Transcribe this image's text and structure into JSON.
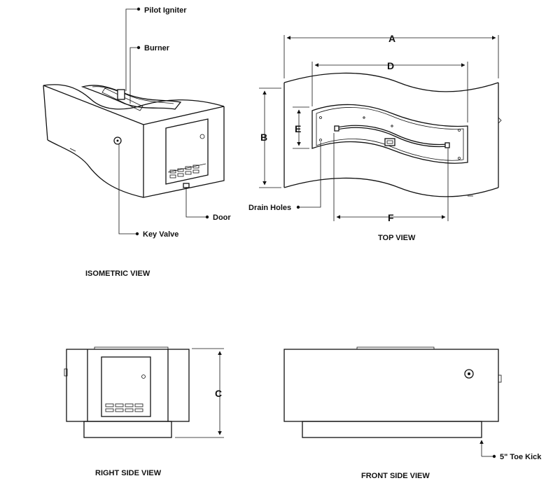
{
  "callouts": {
    "pilot_igniter": "Pilot Igniter",
    "burner": "Burner",
    "door": "Door",
    "key_valve": "Key Valve",
    "drain_holes": "Drain Holes",
    "toe_kick": "5\" Toe Kick"
  },
  "dimensions": {
    "a": "A",
    "b": "B",
    "c": "C",
    "d": "D",
    "e": "E",
    "f": "F"
  },
  "views": {
    "isometric": "ISOMETRIC VIEW",
    "top": "TOP VIEW",
    "right_side": "RIGHT SIDE VIEW",
    "front_side": "FRONT SIDE VIEW"
  }
}
